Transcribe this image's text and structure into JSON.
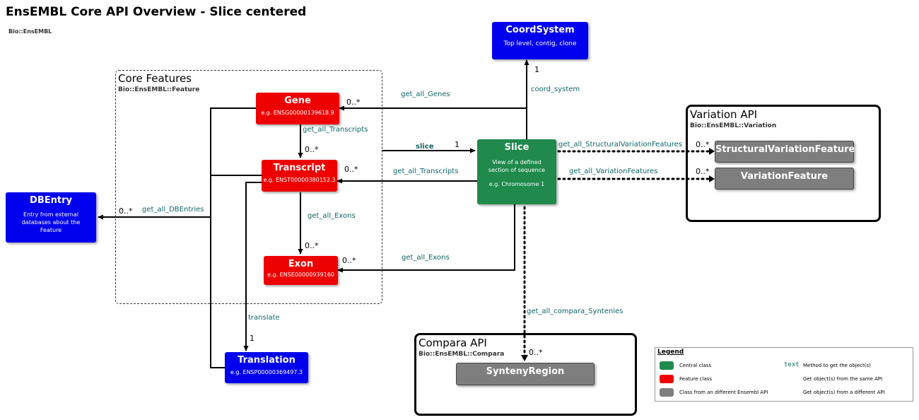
{
  "title": "EnsEMBL Core API Overview - Slice centered",
  "subtitle": "Bio::EnsEMBL",
  "groups": {
    "core": {
      "title": "Core Features",
      "sub": "Bio::EnsEMBL::Feature"
    },
    "variation": {
      "title": "Variation API",
      "sub": "Bio::EnsEMBL::Variation"
    },
    "compara": {
      "title": "Compara API",
      "sub": "Bio::EnsEMBL::Compara"
    }
  },
  "classes": {
    "coordsystem": {
      "name": "CoordSystem",
      "desc": "Top level, contig, clone"
    },
    "gene": {
      "name": "Gene",
      "desc": "e.g. ENSG00000139618.9"
    },
    "transcript": {
      "name": "Transcript",
      "desc": "e.g. ENST00000380152.3"
    },
    "exon": {
      "name": "Exon",
      "desc": "e.g. ENSE00000939160"
    },
    "translation": {
      "name": "Translation",
      "desc": "e.g. ENSP00000369497.3"
    },
    "dbentry": {
      "name": "DBEntry",
      "desc": "Entry from external databases about the Feature"
    },
    "slice": {
      "name": "Slice",
      "desc": "View of a defined section of sequence",
      "example": "e.g. Chromosome 1"
    },
    "svf": {
      "name": "StructuralVariationFeature"
    },
    "vf": {
      "name": "VariationFeature"
    },
    "synteny": {
      "name": "SyntenyRegion"
    }
  },
  "methods": {
    "get_all_genes": "get_all_Genes",
    "get_all_transcripts_gene": "get_all_Transcripts",
    "get_all_transcripts_slice": "get_all_Transcripts",
    "get_all_exons_transcript": "get_all_Exons",
    "get_all_exons_slice": "get_all_Exons",
    "get_all_dbentries": "get_all_DBEntries",
    "translate": "translate",
    "slice": "slice",
    "coord_system": "coord_system",
    "get_all_svf": "get_all_StructuralVariationFeatures",
    "get_all_vf": "get_all_VariationFeatures",
    "get_all_syntenies": "get_all_compara_Syntenies"
  },
  "cardinalities": {
    "gene": "0..*",
    "transcript_from_gene": "0..*",
    "transcript_from_slice": "0..*",
    "exon_from_transcript": "0..*",
    "exon_from_slice": "0..*",
    "dbentry": "0..*",
    "translation": "1",
    "slice": "1",
    "coordsystem": "1",
    "svf": "0..*",
    "vf": "0..*",
    "synteny": "0..*"
  },
  "legend": {
    "title": "Legend",
    "central": "Central class",
    "feature": "Feature class",
    "different_api": "Class from an different Ensembl API",
    "text_sample": "text",
    "method": "Method to get the object(s)",
    "same_api": "Get object(s) from the same API",
    "different_api_get": "Get object(s) from a different API"
  },
  "colors": {
    "core_class": "#0000ee",
    "feature_class": "#ee0000",
    "central_class": "#1f8a4c",
    "external_api_class": "#7e7e7e",
    "method_text": "#106565"
  }
}
